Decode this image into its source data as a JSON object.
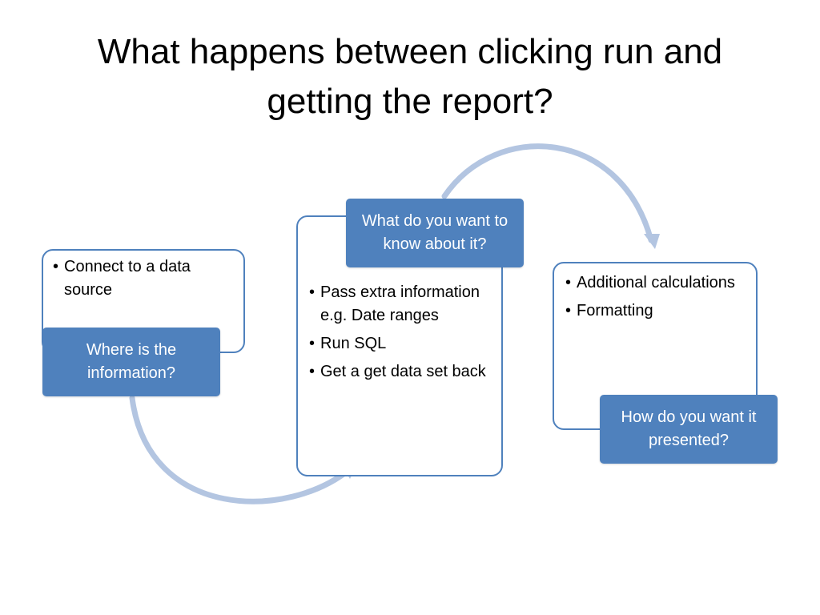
{
  "slide": {
    "title": "What happens between clicking run and getting the report?"
  },
  "steps": [
    {
      "label": "Where is the information?",
      "bullets": [
        "Connect to a data source"
      ]
    },
    {
      "label": "What do you want to know about it?",
      "bullets": [
        "Pass extra information e.g. Date ranges",
        "Run SQL",
        "Get a get data set back"
      ]
    },
    {
      "label": "How do you want it presented?",
      "bullets": [
        "Additional calculations",
        "Formatting"
      ]
    }
  ],
  "colors": {
    "label_fill": "#4f81bd",
    "panel_border": "#4f81bd",
    "arrow": "#b3c5e1"
  }
}
